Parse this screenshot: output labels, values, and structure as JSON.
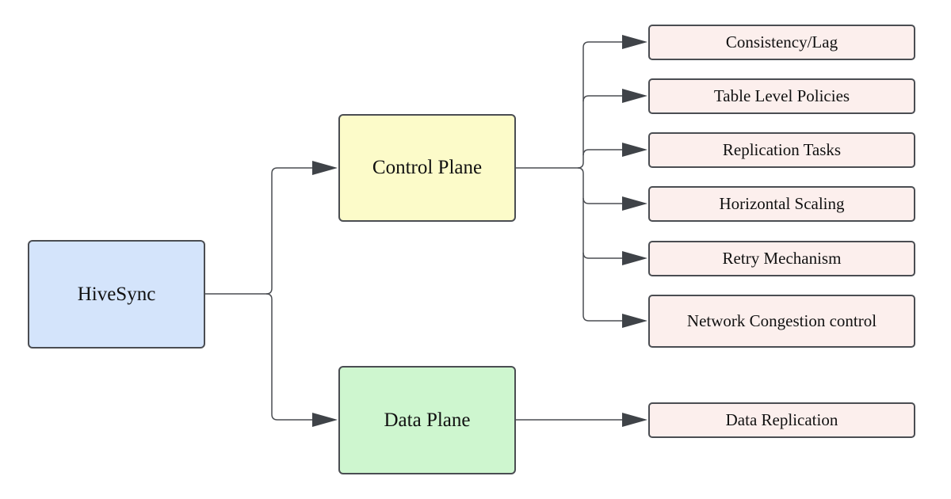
{
  "diagram": {
    "root": {
      "label": "HiveSync",
      "color": "#d4e4fb"
    },
    "planes": [
      {
        "label": "Control Plane",
        "color": "#fcfbc9",
        "children": [
          "Consistency/Lag",
          "Table Level Policies",
          "Replication Tasks",
          "Horizontal Scaling",
          "Retry Mechanism",
          "Network Congestion control"
        ]
      },
      {
        "label": "Data Plane",
        "color": "#cef6cf",
        "children": [
          "Data Replication"
        ]
      }
    ],
    "leaf_color": "#fcefed",
    "line_color": "#4a4d52"
  }
}
